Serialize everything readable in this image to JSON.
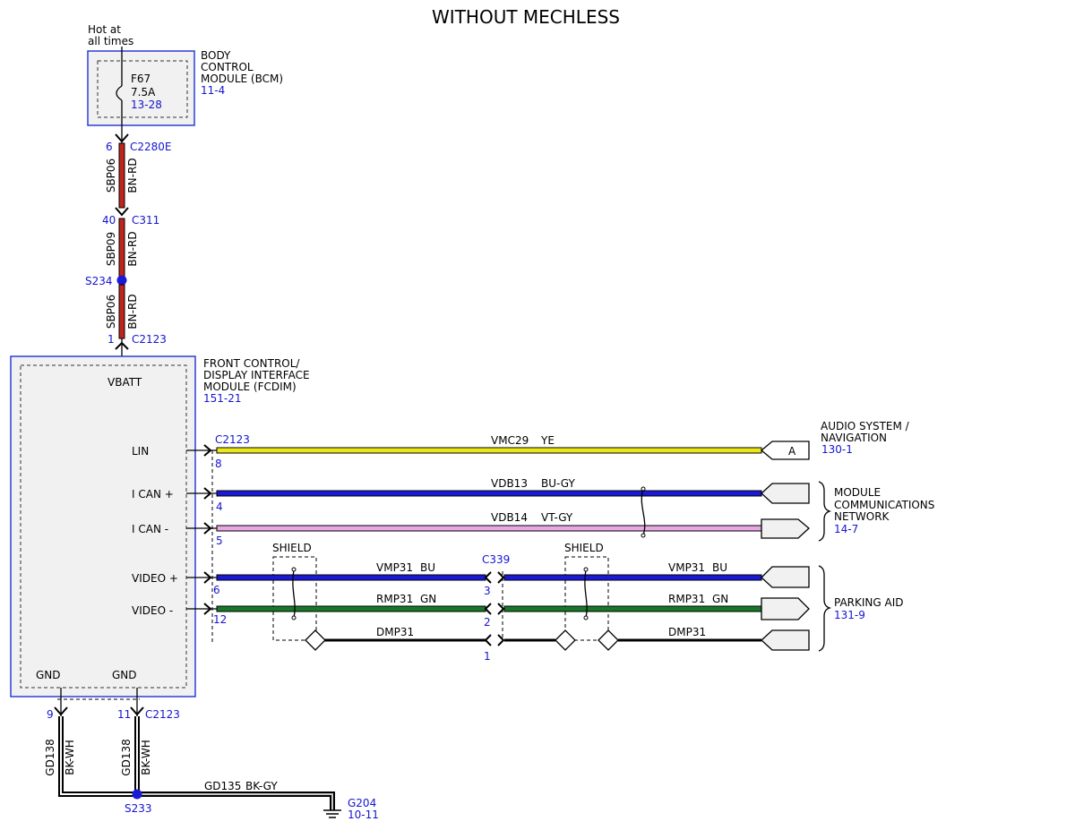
{
  "title": "WITHOUT MECHLESS",
  "supply": {
    "l1": "Hot at",
    "l2": "all times"
  },
  "bcm": {
    "name_l1": "BODY",
    "name_l2": "CONTROL",
    "name_l3": "MODULE (BCM)",
    "ref": "11-4",
    "fuse_id": "F67",
    "fuse_rating": "7.5A",
    "fuse_ref": "13-28"
  },
  "fcdim": {
    "name_l1": "FRONT CONTROL/",
    "name_l2": "DISPLAY INTERFACE",
    "name_l3": "MODULE (FCDIM)",
    "ref": "151-21",
    "vbatt": "VBATT",
    "lin": "LIN",
    "ican_plus": "I CAN +",
    "ican_minus": "I CAN -",
    "video_plus": "VIDEO +",
    "video_minus": "VIDEO -",
    "gnd": "GND"
  },
  "connectors": {
    "c2280e": "C2280E",
    "c2280e_pin": "6",
    "c311": "C311",
    "c311_pin": "40",
    "c2123": "C2123",
    "c2123_top_pin": "1",
    "lin_pin": "8",
    "ican_plus_pin": "4",
    "ican_minus_pin": "5",
    "video_plus_pin": "6",
    "video_minus_pin": "12",
    "gnd_pin_a": "9",
    "gnd_pin_b": "11",
    "c339": "C339",
    "c339_pin3": "3",
    "c339_pin2": "2",
    "c339_pin1": "1"
  },
  "splices": {
    "s234": "S234",
    "s233": "S233"
  },
  "circuits": {
    "sbp06": "SBP06",
    "sbp09": "SBP09",
    "bn_rd": "BN-RD",
    "vmc29": "VMC29",
    "ye": "YE",
    "vdb13": "VDB13",
    "bu_gy": "BU-GY",
    "vdb14": "VDB14",
    "vt_gy": "VT-GY",
    "vmp31": "VMP31",
    "bu": "BU",
    "rmp31": "RMP31",
    "gn": "GN",
    "dmp31": "DMP31",
    "gd138": "GD138",
    "bk_wh": "BK-WH",
    "gd135": "GD135",
    "bk_gy": "BK-GY"
  },
  "shield_label": "SHIELD",
  "destinations": {
    "audio_l1": "AUDIO SYSTEM /",
    "audio_l2": "NAVIGATION",
    "audio_ref": "130-1",
    "audio_tag": "A",
    "mcn_l1": "MODULE",
    "mcn_l2": "COMMUNICATIONS",
    "mcn_l3": "NETWORK",
    "mcn_ref": "14-7",
    "park_l1": "PARKING AID",
    "park_ref": "131-9"
  },
  "ground": {
    "id": "G204",
    "ref": "10-11"
  },
  "colors": {
    "reference_text": "#1515d0",
    "module_border": "#2a3fd6",
    "brown_red": "#c0241c",
    "yellow": "#ece61a",
    "blue": "#1a1ad6",
    "violet": "#e7a8e3",
    "green": "#18782a",
    "black": "#000000"
  }
}
